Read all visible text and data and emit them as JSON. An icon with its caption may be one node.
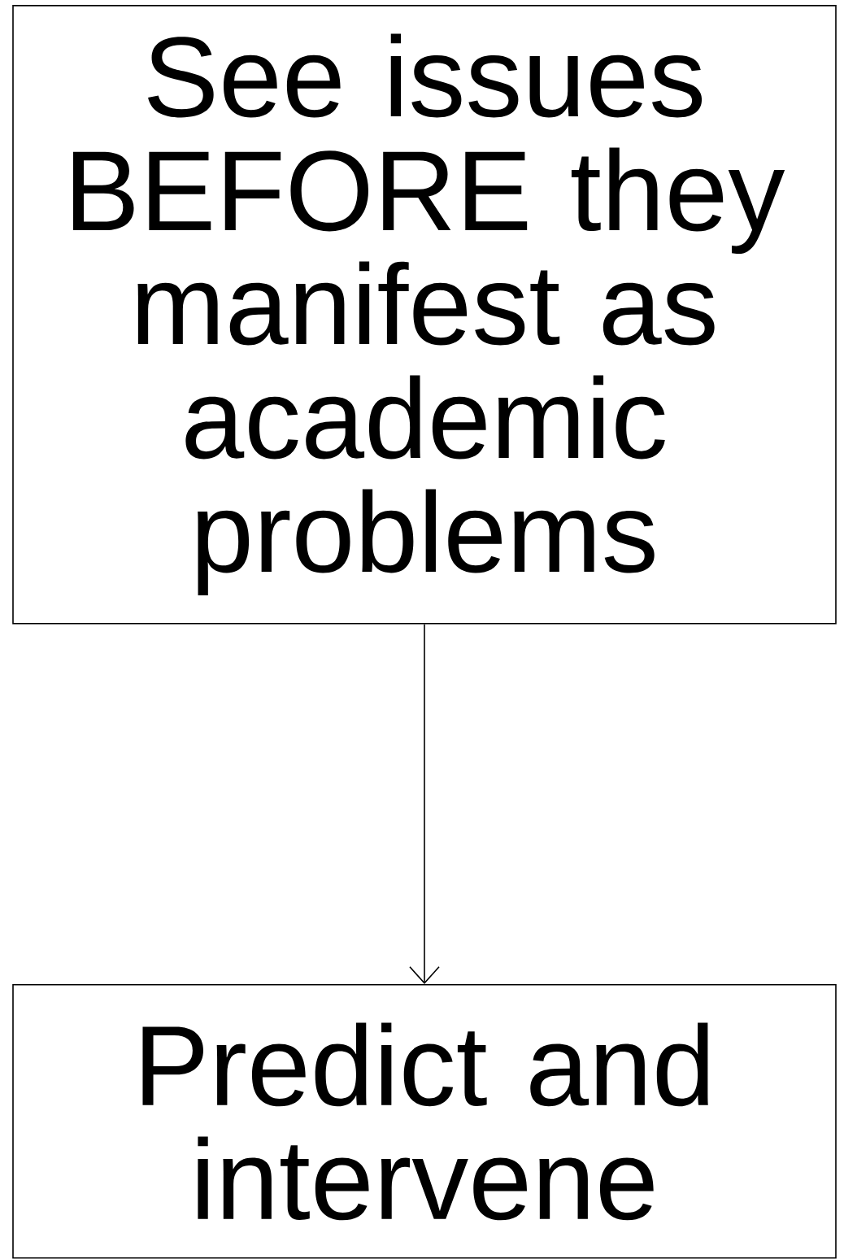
{
  "diagram": {
    "nodes": [
      {
        "text": [
          "See issues BEFORE they manifest as academic problems"
        ]
      },
      {
        "text": [
          "Predict and intervene"
        ]
      }
    ],
    "edges": [
      {
        "from": 0,
        "to": 1,
        "arrow": "to"
      }
    ]
  }
}
